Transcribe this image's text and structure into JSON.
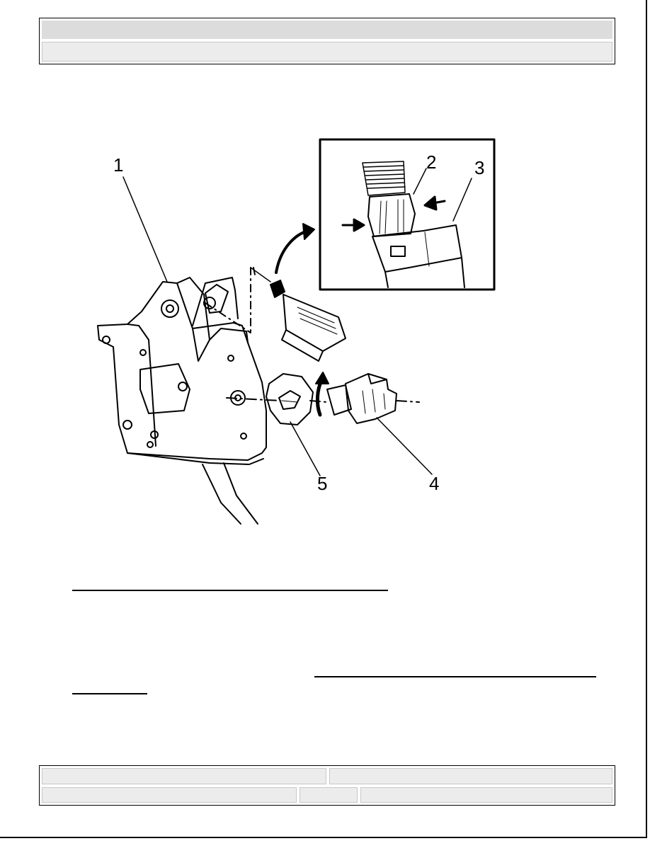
{
  "figure": {
    "callouts": [
      "1",
      "2",
      "3",
      "4",
      "5"
    ]
  },
  "colors": {
    "header_bar": "#dcdcdc",
    "header_sub": "#ececec",
    "ink": "#000000"
  }
}
